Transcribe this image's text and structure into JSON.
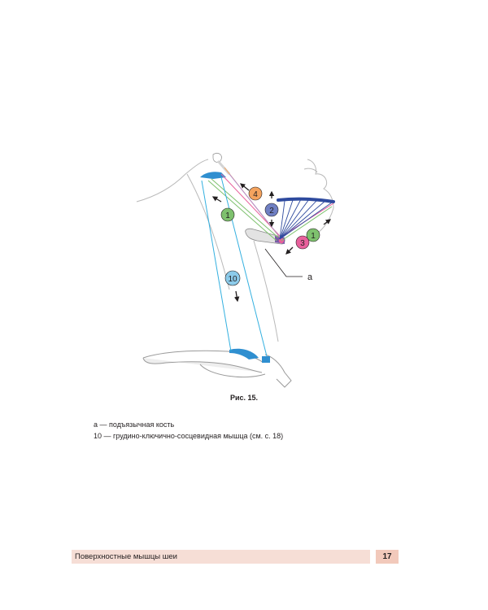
{
  "figure": {
    "caption": "Рис. 15.",
    "label_a": "а",
    "markers": [
      {
        "num": "1",
        "color": "#7ec16e"
      },
      {
        "num": "2",
        "color": "#6f7fc3"
      },
      {
        "num": "3",
        "color": "#e8609c"
      },
      {
        "num": "4",
        "color": "#f4a35e"
      },
      {
        "num": "10",
        "color": "#8ccbea"
      }
    ]
  },
  "legend": [
    "а — подъязычная кость",
    "10 — грудино-ключично-сосцевидная мышца (см. с. 18)"
  ],
  "footer": {
    "section_title": "Поверхностные мышцы шеи",
    "page_number": "17"
  }
}
